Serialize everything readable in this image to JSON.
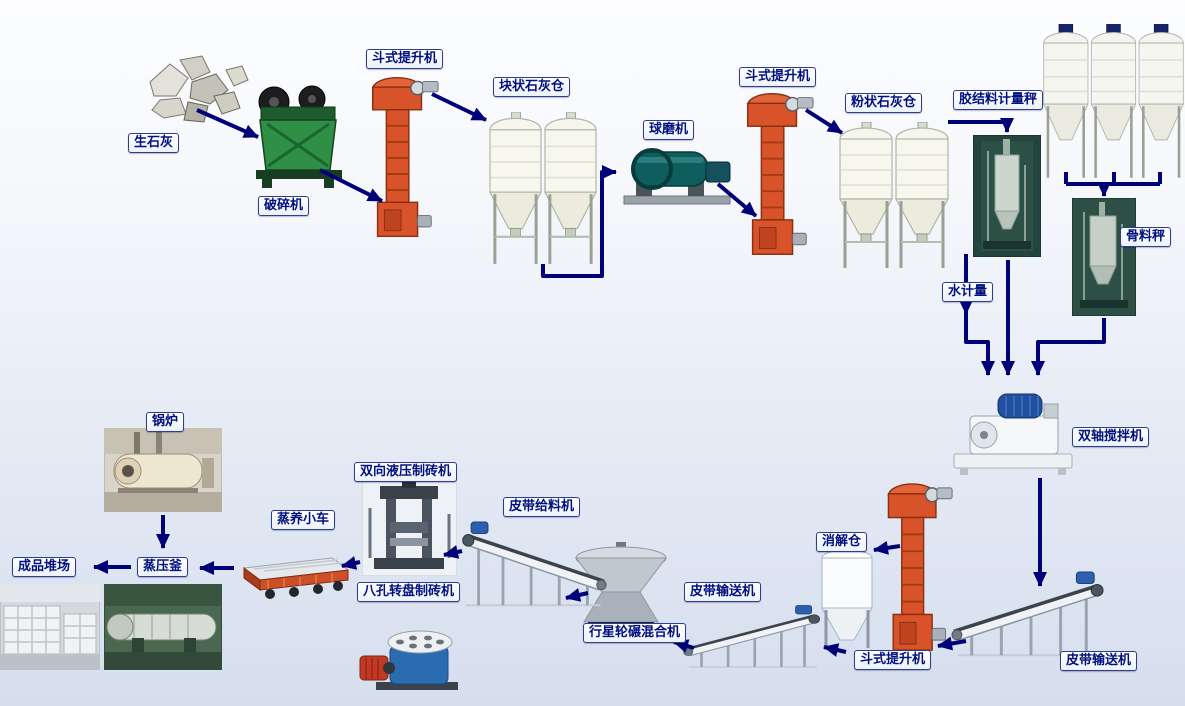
{
  "diagram": {
    "type": "process-flow",
    "background_top": "#fcfdff",
    "background_bottom": "#d6deee",
    "arrow_color": "#000078",
    "label_text_color": "#001080",
    "label_border_color": "#2b3f8c",
    "elevator_color": "#d8522a",
    "crusher_color": "#2f8f47",
    "motor_color": "#2d5fae",
    "labels": {
      "quicklime": "生石灰",
      "crusher": "破碎机",
      "bucket_elevator_1": "斗式提升机",
      "block_lime_silo": "块状石灰仓",
      "ball_mill": "球磨机",
      "bucket_elevator_2": "斗式提升机",
      "powder_lime_silo": "粉状石灰仓",
      "binder_scale": "胶结料计量秤",
      "aggregate_scale": "骨料秤",
      "water_meter": "水计量",
      "twin_shaft_mixer": "双轴搅拌机",
      "belt_conveyor_right": "皮带输送机",
      "bucket_elevator_3": "斗式提升机",
      "digestion_silo": "消解仓",
      "belt_conveyor_mid": "皮带输送机",
      "planetary_mixer": "行星轮碾混合机",
      "belt_feeder": "皮带给料机",
      "hydraulic_press": "双向液压制砖机",
      "rotary_press": "八孔转盘制砖机",
      "curing_cart": "蒸养小车",
      "autoclave": "蒸压釜",
      "boiler": "锅炉",
      "product_yard": "成品堆场"
    },
    "flow": [
      {
        "from": "quicklime",
        "to": "crusher"
      },
      {
        "from": "crusher",
        "to": "bucket_elevator_1"
      },
      {
        "from": "bucket_elevator_1",
        "to": "block_lime_silo"
      },
      {
        "from": "block_lime_silo",
        "to": "ball_mill"
      },
      {
        "from": "ball_mill",
        "to": "bucket_elevator_2"
      },
      {
        "from": "bucket_elevator_2",
        "to": "powder_lime_silo"
      },
      {
        "from": "powder_lime_silo",
        "to": "binder_scale"
      },
      {
        "from": "binder_scale",
        "to": "twin_shaft_mixer"
      },
      {
        "from": "water_meter",
        "to": "twin_shaft_mixer"
      },
      {
        "from": "aggregate_silos",
        "to": "aggregate_scale"
      },
      {
        "from": "aggregate_scale",
        "to": "twin_shaft_mixer"
      },
      {
        "from": "twin_shaft_mixer",
        "to": "belt_conveyor_right"
      },
      {
        "from": "belt_conveyor_right",
        "to": "bucket_elevator_3"
      },
      {
        "from": "bucket_elevator_3",
        "to": "digestion_silo"
      },
      {
        "from": "digestion_silo",
        "to": "belt_conveyor_mid"
      },
      {
        "from": "belt_conveyor_mid",
        "to": "planetary_mixer"
      },
      {
        "from": "planetary_mixer",
        "to": "belt_feeder"
      },
      {
        "from": "belt_feeder",
        "to": "hydraulic_press"
      },
      {
        "from": "hydraulic_press",
        "to": "curing_cart"
      },
      {
        "from": "curing_cart",
        "to": "autoclave"
      },
      {
        "from": "boiler",
        "to": "autoclave"
      },
      {
        "from": "autoclave",
        "to": "product_yard"
      }
    ],
    "equipment_icons": [
      "quicklime-rocks",
      "jaw-crusher",
      "bucket-elevator",
      "storage-silo",
      "ball-mill",
      "weighing-hopper",
      "aggregate-silos",
      "twin-shaft-mixer",
      "belt-conveyor",
      "digestion-silo",
      "planetary-wheel-mixer",
      "belt-feeder",
      "hydraulic-brick-press",
      "rotary-brick-press",
      "steam-curing-cart",
      "autoclave",
      "boiler",
      "finished-product-yard"
    ]
  }
}
